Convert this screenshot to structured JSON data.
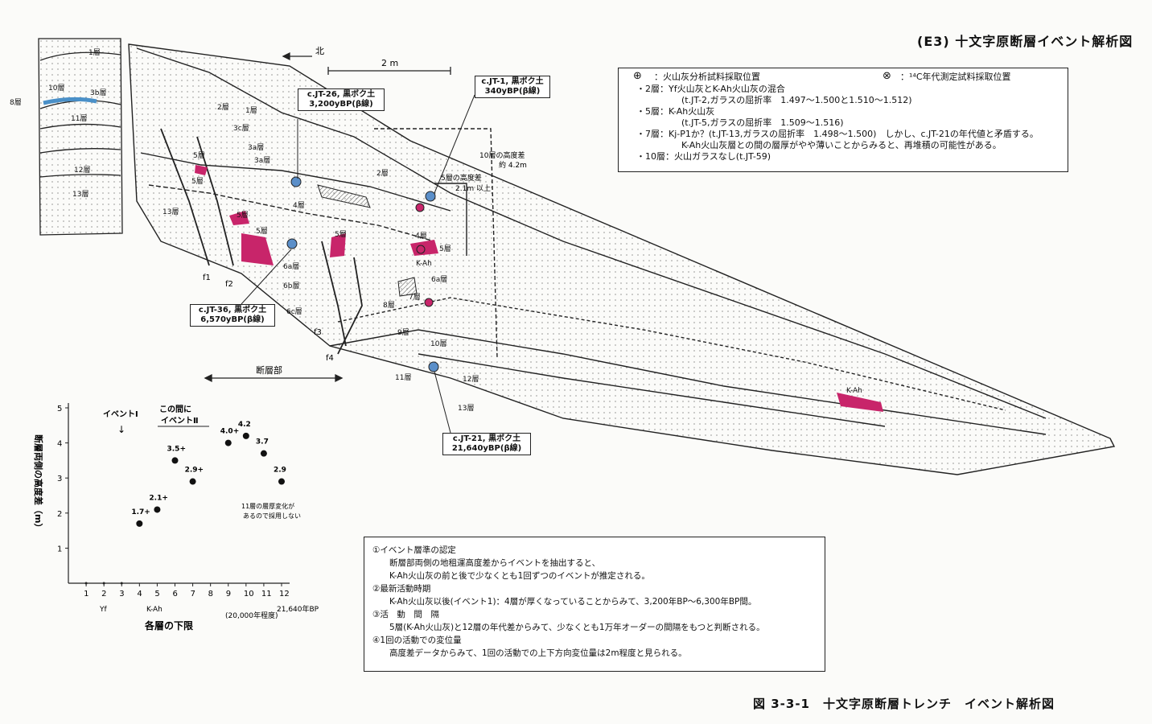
{
  "header": {
    "title": "(E3) 十文字原断層イベント解析図"
  },
  "caption": "図 3-3-1　十文字原断層トレンチ　イベント解析図",
  "scale": {
    "north": "北",
    "bar": "2 m"
  },
  "legend": {
    "symbol_tephra": "：火山灰分析試料採取位置",
    "symbol_c14": "：¹⁴C年代測定試料採取位置",
    "lines": [
      "・2層：Yf火山灰とK-Ah火山灰の混合",
      "(t.JT-2,ガラスの屈折率　1.497〜1.500と1.510〜1.512)",
      "・5層：K-Ah火山灰",
      "(t.JT-5,ガラスの屈折率　1.509〜1.516)",
      "・7層：Kj-P1か？(t.JT-13,ガラスの屈折率　1.498〜1.500)　しかし、c.JT-21の年代値と矛盾する。",
      "K-Ah火山灰層との間の層厚がやや薄いことからみると、再堆積の可能性がある。",
      "・10層：火山ガラスなし(t.JT-59)"
    ]
  },
  "samples": [
    {
      "label": "c.JT-26, 黒ボク土",
      "age": "3,200yBP(β線)"
    },
    {
      "label": "c.JT-1, 黒ボク土",
      "age": "340yBP(β線)"
    },
    {
      "label": "c.JT-36, 黒ボク土",
      "age": "6,570yBP(β線)"
    },
    {
      "label": "c.JT-21, 黒ボク土",
      "age": "21,640yBP(β線)"
    }
  ],
  "section_labels": {
    "fault_zone": "断層部",
    "height_diff_10": "10層の高度差",
    "height_diff_10_val": "約 4.2m",
    "height_diff_5": "5層の高度差",
    "height_diff_5_val": "2.1m 以上",
    "kah": "K-Ah",
    "faults": [
      "f1",
      "f2",
      "f3",
      "f4"
    ],
    "layers": [
      "1層",
      "2層",
      "3b層",
      "3c層",
      "3a層",
      "4層",
      "5層",
      "6a層",
      "6b層",
      "6c層",
      "8層",
      "9層",
      "10層",
      "11層",
      "12層",
      "13層",
      "7層"
    ]
  },
  "chart_data": {
    "type": "scatter",
    "xlabel": "各層の下限",
    "ylabel": "断層両側の高度差（m）",
    "xlim": [
      0,
      12
    ],
    "ylim": [
      0,
      5
    ],
    "xticks": [
      "1",
      "2",
      "3",
      "4",
      "5",
      "6",
      "7",
      "8",
      "9",
      "10",
      "11",
      "12"
    ],
    "yticks": [
      "1",
      "2",
      "3",
      "4",
      "5"
    ],
    "points": [
      {
        "x": 4,
        "y": 1.7,
        "label": "1.7+"
      },
      {
        "x": 5,
        "y": 2.1,
        "label": "2.1+"
      },
      {
        "x": 6,
        "y": 3.5,
        "label": "3.5+"
      },
      {
        "x": 7,
        "y": 2.9,
        "label": "2.9+"
      },
      {
        "x": 9,
        "y": 4.0,
        "label": "4.0+"
      },
      {
        "x": 10,
        "y": 4.2,
        "label": "4.2"
      },
      {
        "x": 11,
        "y": 3.7,
        "label": "3.7"
      },
      {
        "x": 12,
        "y": 2.9,
        "label": "2.9"
      }
    ],
    "annotations": {
      "event1": "イベントⅠ",
      "between": "この間に",
      "event2": "イベントⅡ",
      "thickness_note_1": "11層の層厚変化が",
      "thickness_note_2": "あるので採用しない",
      "yf": "Yf",
      "kah": "K-Ah",
      "age_20000": "(20,000年程度)",
      "age_21640": "21,640年BP"
    }
  },
  "notes": [
    "①イベント層準の認定",
    "　　断層部両側の地租運高度差からイベントを抽出すると、",
    "　　K-Ah火山灰の前と後で少なくとも1回ずつのイベントが推定される。",
    "②最新活動時期",
    "　　K-Ah火山灰以後(イベント1)：4層が厚くなっていることからみて、3,200年BP〜6,300年BP間。",
    "③活　動　間　隔",
    "　　5層(K-Ah火山灰)と12層の年代差からみて、少なくとも1万年オーダーの間隔をもつと判断される。",
    "④1回の活動での変位量",
    "　　高度差データからみて、1回の活動での上下方向変位量は2m程度と見られる。"
  ],
  "colors": {
    "ink": "#222222",
    "kah": "#c8256a",
    "blue": "#4a90c8",
    "sample": "#5b8fc9"
  }
}
